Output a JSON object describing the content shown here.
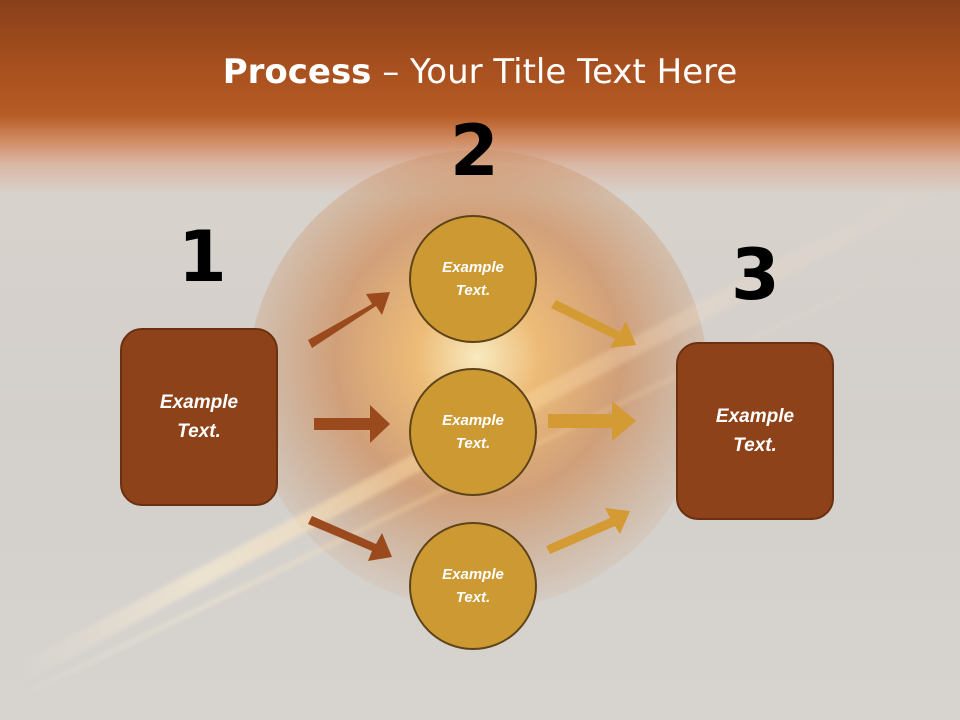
{
  "title": {
    "bold": "Process",
    "rest": " – Your Title Text Here"
  },
  "steps": [
    {
      "number": "1",
      "label_line1": "Example",
      "label_line2": "Text."
    },
    {
      "number": "2"
    },
    {
      "number": "3",
      "label_line1": "Example",
      "label_line2": "Text."
    }
  ],
  "circles": [
    {
      "label_line1": "Example",
      "label_line2": "Text."
    },
    {
      "label_line1": "Example",
      "label_line2": "Text."
    },
    {
      "label_line1": "Example",
      "label_line2": "Text."
    }
  ],
  "colors": {
    "box_fill": "#8e4219",
    "circle_fill": "#cc9933",
    "arrow_left": "#9a4a1c",
    "arrow_right": "#d49a34",
    "header": "#a54e1e"
  }
}
